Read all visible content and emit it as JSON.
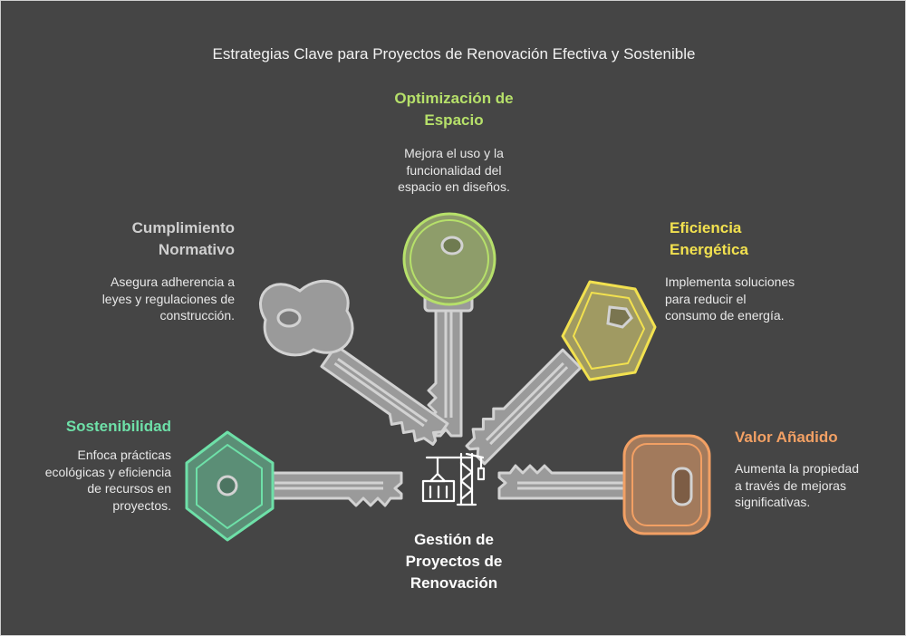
{
  "title": "Estrategias Clave para Proyectos de Renovación Efectiva y Sostenible",
  "center": {
    "label_lines": [
      "Gestión de",
      "Proyectos de",
      "Renovación"
    ]
  },
  "items": [
    {
      "heading_lines": [
        "Optimización de",
        "Espacio"
      ],
      "desc_lines": [
        "Mejora el uso y la",
        "funcionalidad del",
        "espacio en diseños."
      ]
    },
    {
      "heading_lines": [
        "Cumplimiento",
        "Normativo"
      ],
      "desc_lines": [
        "Asegura adherencia a",
        "leyes y regulaciones de",
        "construcción."
      ]
    },
    {
      "heading_lines": [
        "Eficiencia",
        "Energética"
      ],
      "desc_lines": [
        "Implementa soluciones",
        "para reducir el",
        "consumo de energía."
      ]
    },
    {
      "heading_lines": [
        "Sostenibilidad"
      ],
      "desc_lines": [
        "Enfoca prácticas",
        "ecológicas y eficiencia",
        "de recursos en",
        "proyectos."
      ]
    },
    {
      "heading_lines": [
        "Valor Añadido"
      ],
      "desc_lines": [
        "Aumenta la propiedad",
        "a través de mejoras",
        "significativas."
      ]
    }
  ],
  "colors": {
    "background": "#454545",
    "optimizacion": "#b6e06a",
    "cumplimiento": "#cfcfcf",
    "eficiencia": "#f2e14f",
    "sostenibilidad": "#6ee0a8",
    "valor": "#f2a064",
    "key_body": "#9a9a9a",
    "key_outline": "#d2d2d2"
  },
  "icons": [
    "key-icon",
    "crane-icon"
  ]
}
